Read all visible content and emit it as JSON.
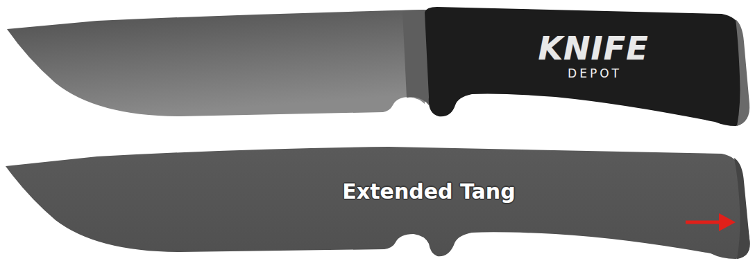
{
  "diagram": {
    "labels": [
      "KNIFE",
      "DEPOT",
      "Extended Tang"
    ]
  }
}
